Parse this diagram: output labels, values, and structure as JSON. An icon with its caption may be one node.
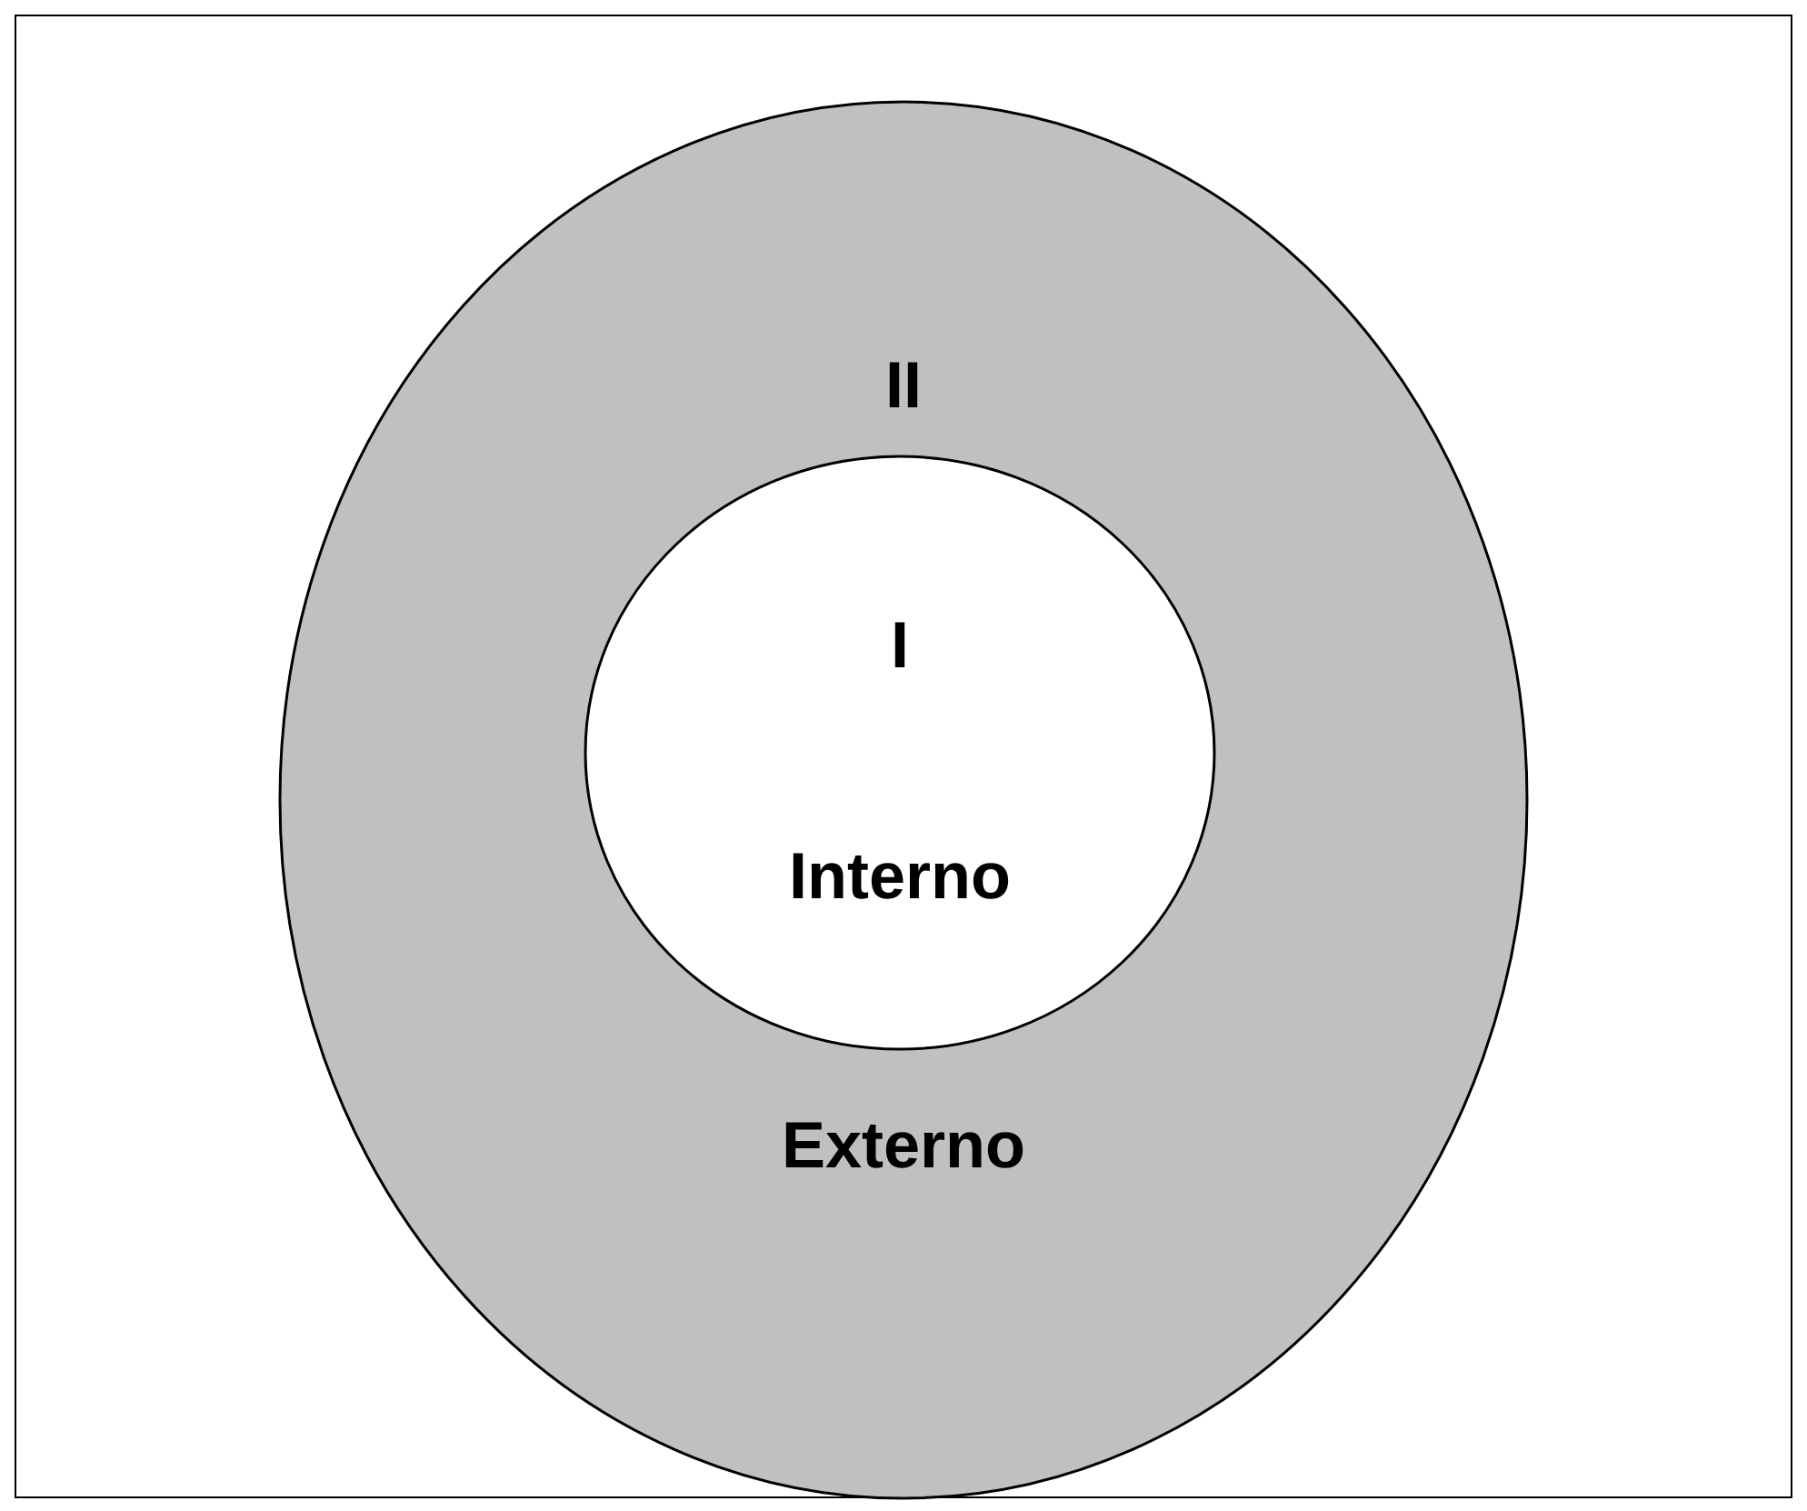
{
  "diagram": {
    "nodes": [
      {
        "text": [
          "II",
          "Externo"
        ]
      },
      {
        "text": [
          "I",
          "Interno"
        ],
        "in": 0
      }
    ]
  }
}
